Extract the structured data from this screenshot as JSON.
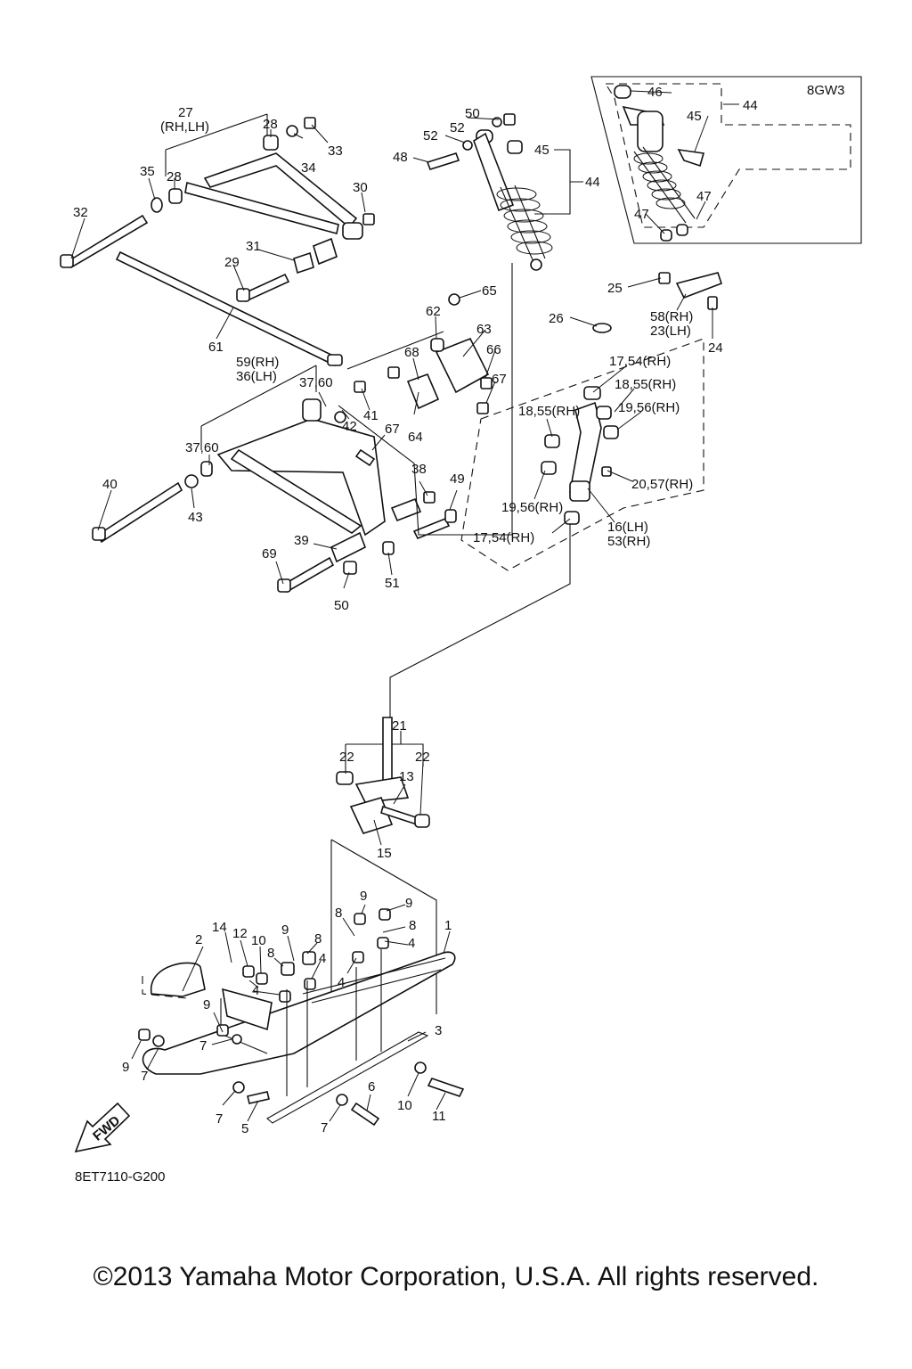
{
  "diagram": {
    "variant_box_title": "8GW3",
    "drawing_code": "8ET7110-G200",
    "fwd_label": "FWD",
    "copyright": "©2013 Yamaha Motor Corporation, U.S.A. All rights reserved.",
    "callouts": [
      "27",
      "(RH,LH)",
      "28",
      "28",
      "33",
      "34",
      "35",
      "30",
      "32",
      "31",
      "29",
      "61",
      "50",
      "52",
      "52",
      "48",
      "45",
      "44",
      "46",
      "44",
      "45",
      "47",
      "47",
      "65",
      "62",
      "63",
      "68",
      "66",
      "67",
      "59(RH)",
      "36(LH)",
      "37,60",
      "42",
      "41",
      "64",
      "67",
      "37,60",
      "38",
      "49",
      "40",
      "43",
      "39",
      "69",
      "50",
      "51",
      "25",
      "58(RH)",
      "23(LH)",
      "24",
      "26",
      "17,54(RH)",
      "18,55(RH)",
      "18,55(RH)",
      "19,56(RH)",
      "20,57(RH)",
      "19,56(RH)",
      "16(LH)",
      "53(RH)",
      "17,54(RH)",
      "21",
      "22",
      "22",
      "13",
      "15",
      "9",
      "9",
      "8",
      "8",
      "4",
      "4",
      "1",
      "14",
      "12",
      "10",
      "9",
      "8",
      "8",
      "2",
      "4",
      "4",
      "9",
      "7",
      "3",
      "9",
      "7",
      "7",
      "5",
      "7",
      "6",
      "10",
      "11"
    ]
  }
}
